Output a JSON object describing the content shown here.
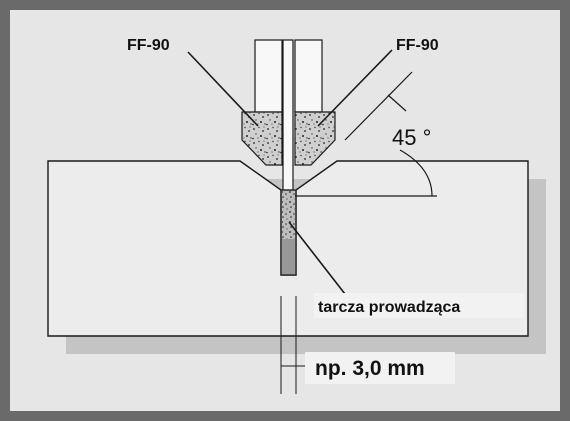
{
  "labels": {
    "left_insert": "FF-90",
    "right_insert": "FF-90",
    "angle": "45 °",
    "guide_disc": "tarcza prowadząca",
    "width": "np. 3,0 mm"
  },
  "colors": {
    "frame": "#6a6a6a",
    "background": "#e6e6e6",
    "shadow": "#c8c8c8",
    "workpiece": "#ebebeb",
    "blade_body": "#f7f7f7",
    "insert": "#cfcfcf",
    "guide_disc": "#9a9a9a",
    "line": "#1a1a1a"
  }
}
